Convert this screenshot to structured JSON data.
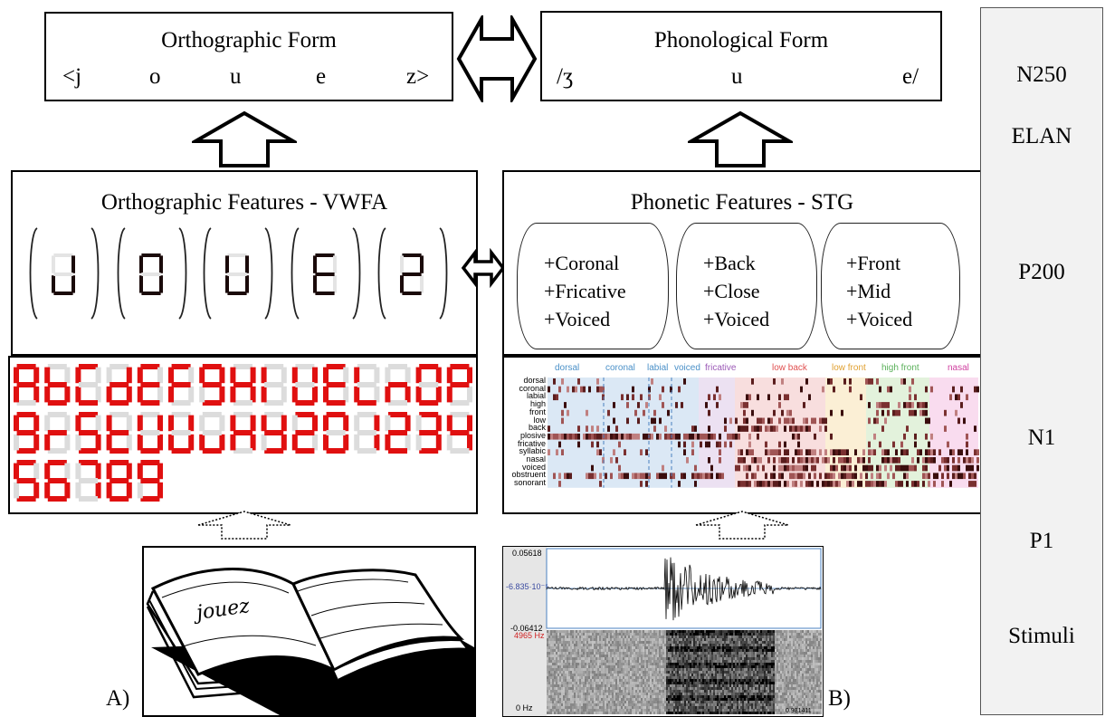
{
  "orthographic_form": {
    "title": "Orthographic Form",
    "letters": [
      "<j",
      "o",
      "u",
      "e",
      "z>"
    ]
  },
  "phonological_form": {
    "title": "Phonological Form",
    "phonemes": [
      "/ʒ",
      "u",
      "e/"
    ]
  },
  "orthographic_features": {
    "title": "Orthographic Features - VWFA",
    "glyphs": [
      "J",
      "O",
      "U",
      "E",
      "Z"
    ]
  },
  "phonetic_features": {
    "title": "Phonetic Features - STG",
    "groups": [
      [
        "+Coronal",
        "+Fricative",
        "+Voiced"
      ],
      [
        "+Back",
        "+Close",
        "+Voiced"
      ],
      [
        "+Front",
        "+Mid",
        "+Voiced"
      ]
    ]
  },
  "seven_segment_font": {
    "chars": [
      "A",
      "b",
      "C",
      "d",
      "E",
      "F",
      "9",
      "H",
      "I",
      "U",
      "E",
      "L",
      "n",
      "O",
      "P",
      "9",
      "r",
      "S",
      "t",
      "U",
      "U",
      "u",
      "H",
      "Y",
      "2",
      "0",
      "1",
      "2",
      "3",
      "4",
      "5",
      "6",
      "7",
      "8",
      "9"
    ]
  },
  "phonetic_heatmap": {
    "categories": [
      {
        "label": "dorsal",
        "color": "#4a90c8"
      },
      {
        "label": "coronal",
        "color": "#4a90c8"
      },
      {
        "label": "labial",
        "color": "#4a90c8"
      },
      {
        "label": "voiced",
        "color": "#4a90c8"
      },
      {
        "label": "fricative",
        "color": "#9b59b6"
      },
      {
        "label": "low back",
        "color": "#e05050"
      },
      {
        "label": "low front",
        "color": "#e0a030"
      },
      {
        "label": "high front",
        "color": "#5ab05a"
      },
      {
        "label": "nasal",
        "color": "#d040a0"
      }
    ],
    "rows": [
      "dorsal",
      "coronal",
      "labial",
      "high",
      "front",
      "low",
      "back",
      "plosive",
      "fricative",
      "syllabic",
      "nasal",
      "voiced",
      "obstruent",
      "sonorant"
    ]
  },
  "waveform": {
    "y_top": "0.05618",
    "y_mid": "-6.835·10⁻⁵",
    "y_bottom": "-0.06412",
    "spec_top": "4965 Hz",
    "spec_bottom": "0 Hz",
    "time_end": "0.931411"
  },
  "book": {
    "word": "jouez"
  },
  "panel_labels": {
    "a": "A)",
    "b": "B)"
  },
  "sidebar": {
    "labels": [
      "N250",
      "ELAN",
      "P200",
      "N1",
      "P1",
      "Stimuli"
    ]
  }
}
